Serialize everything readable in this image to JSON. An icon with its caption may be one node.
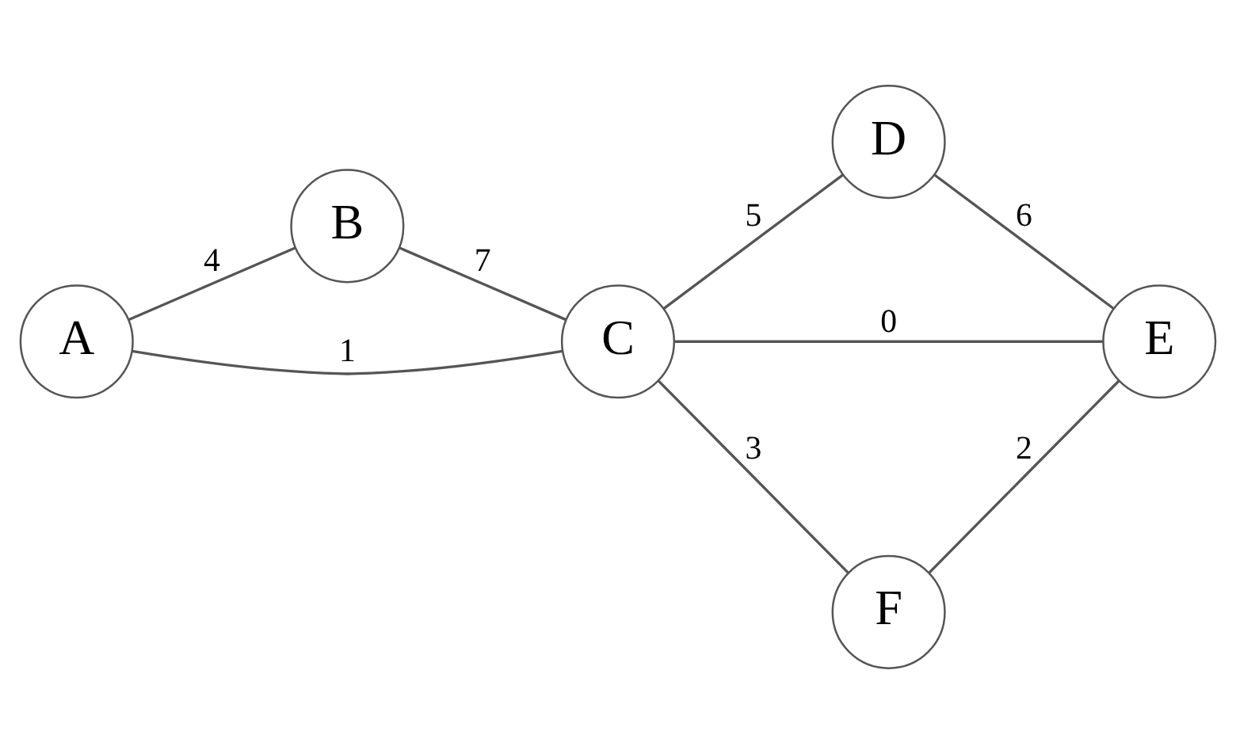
{
  "diagram": {
    "nodes": [
      {
        "text": [
          "A"
        ]
      },
      {
        "text": [
          "B"
        ]
      },
      {
        "text": [
          "C"
        ]
      },
      {
        "text": [
          "D"
        ]
      },
      {
        "text": [
          "E"
        ]
      },
      {
        "text": [
          "F"
        ]
      }
    ],
    "edges": [
      {
        "from": 0,
        "to": 2,
        "arrow": "none",
        "label": "1"
      },
      {
        "from": 0,
        "to": 1,
        "arrow": "none",
        "label": "4"
      },
      {
        "from": 1,
        "to": 2,
        "arrow": "none",
        "label": "7"
      },
      {
        "from": 2,
        "to": 3,
        "arrow": "none",
        "label": "5"
      },
      {
        "from": 2,
        "to": 4,
        "arrow": "none",
        "label": "0"
      },
      {
        "from": 2,
        "to": 5,
        "arrow": "none",
        "label": "3"
      },
      {
        "from": 3,
        "to": 4,
        "arrow": "none",
        "label": "6"
      },
      {
        "from": 5,
        "to": 4,
        "arrow": "none",
        "label": "2"
      }
    ]
  }
}
